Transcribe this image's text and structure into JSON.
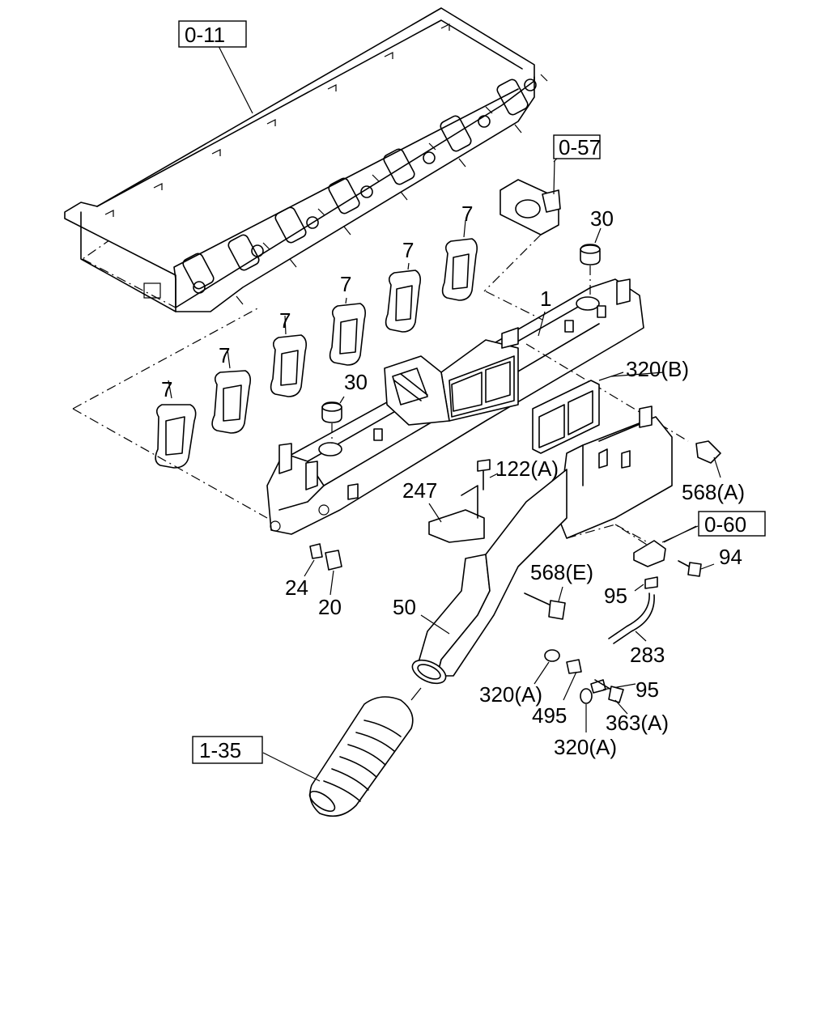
{
  "diagram": {
    "references": {
      "ref_0_11": "0-11",
      "ref_0_57": "0-57",
      "ref_0_60": "0-60",
      "ref_1_35": "1-35"
    },
    "parts": {
      "p1": "1",
      "p7": "7",
      "p20": "20",
      "p24": "24",
      "p30": "30",
      "p50": "50",
      "p94": "94",
      "p95": "95",
      "p122a": "122(A)",
      "p247": "247",
      "p283": "283",
      "p320a": "320(A)",
      "p320b": "320(B)",
      "p363a": "363(A)",
      "p495": "495",
      "p568a": "568(A)",
      "p568e": "568(E)"
    }
  }
}
